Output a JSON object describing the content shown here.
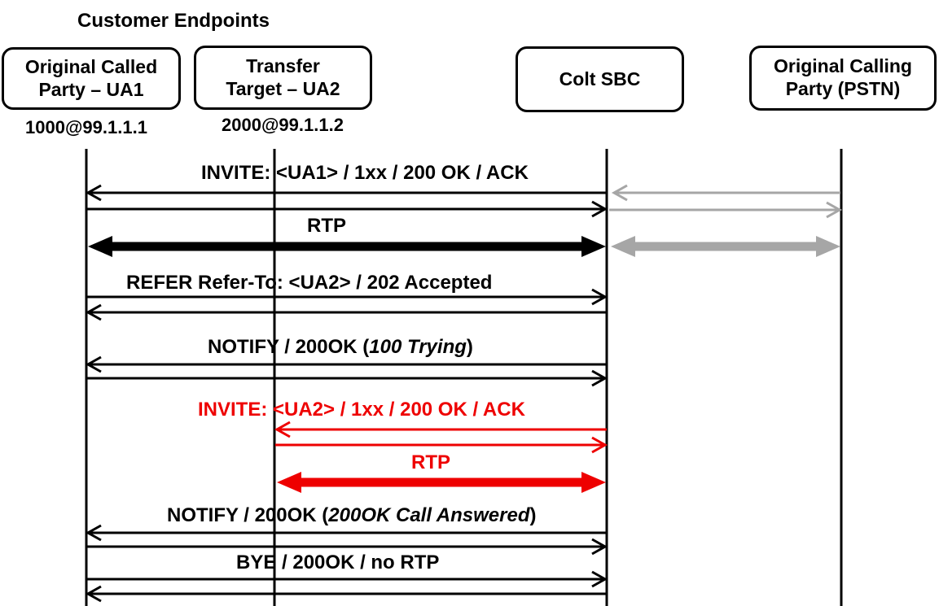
{
  "title": "Customer Endpoints",
  "colors": {
    "signal_black": "#000000",
    "signal_red": "#EE0000",
    "pstn_gray": "#A6A6A6"
  },
  "actors": [
    {
      "id": "ua1",
      "label_line1": "Original Called",
      "label_line2": "Party – UA1",
      "address": "1000@99.1.1.1"
    },
    {
      "id": "ua2",
      "label_line1": "Transfer",
      "label_line2": "Target – UA2",
      "address": "2000@99.1.1.2"
    },
    {
      "id": "sbc",
      "label_line1": "Colt SBC"
    },
    {
      "id": "pstn",
      "label_line1": "Original Calling",
      "label_line2": "Party (PSTN)"
    }
  ],
  "messages": [
    {
      "id": "invite-leg1",
      "label": "INVITE: <UA1> / 1xx / 200 OK / ACK",
      "between": [
        "Colt SBC",
        "Original Called Party – UA1"
      ],
      "arrows": [
        "to-ua1",
        "to-sbc"
      ],
      "style": "thin",
      "color": "black"
    },
    {
      "id": "pstn-invite-leg",
      "label": "",
      "between": [
        "Colt SBC",
        "Original Calling Party (PSTN)"
      ],
      "arrows": [
        "to-sbc",
        "to-pstn"
      ],
      "style": "thin",
      "color": "gray"
    },
    {
      "id": "rtp-leg1",
      "label": "RTP",
      "between": [
        "Original Called Party – UA1",
        "Colt SBC"
      ],
      "arrows": [
        "bidirectional"
      ],
      "style": "thick",
      "color": "black"
    },
    {
      "id": "pstn-rtp-leg",
      "label": "",
      "between": [
        "Colt SBC",
        "Original Calling Party (PSTN)"
      ],
      "arrows": [
        "bidirectional"
      ],
      "style": "thick",
      "color": "gray"
    },
    {
      "id": "refer",
      "label": "REFER Refer-To: <UA2> / 202 Accepted",
      "between": [
        "Original Called Party – UA1",
        "Colt SBC"
      ],
      "arrows": [
        "to-sbc",
        "to-ua1"
      ],
      "style": "thin",
      "color": "black"
    },
    {
      "id": "notify-trying",
      "label_pre": "NOTIFY / 200OK (",
      "label_italic": "100 Trying",
      "label_post": ")",
      "between": [
        "Colt SBC",
        "Original Called Party – UA1"
      ],
      "arrows": [
        "to-ua1",
        "to-sbc"
      ],
      "style": "thin",
      "color": "black"
    },
    {
      "id": "invite-leg2",
      "label": "INVITE: <UA2> / 1xx / 200 OK / ACK",
      "between": [
        "Colt SBC",
        "Transfer Target – UA2"
      ],
      "arrows": [
        "to-ua2",
        "to-sbc"
      ],
      "style": "thin",
      "color": "red"
    },
    {
      "id": "rtp-leg2",
      "label": "RTP",
      "between": [
        "Transfer Target – UA2",
        "Colt SBC"
      ],
      "arrows": [
        "bidirectional"
      ],
      "style": "thick",
      "color": "red"
    },
    {
      "id": "notify-answered",
      "label_pre": "NOTIFY / 200OK (",
      "label_italic": "200OK Call Answered",
      "label_post": ")",
      "between": [
        "Colt SBC",
        "Original Called Party – UA1"
      ],
      "arrows": [
        "to-ua1",
        "to-sbc"
      ],
      "style": "thin",
      "color": "black"
    },
    {
      "id": "bye",
      "label": "BYE / 200OK / no RTP",
      "between": [
        "Original Called Party – UA1",
        "Colt SBC"
      ],
      "arrows": [
        "to-sbc",
        "to-ua1"
      ],
      "style": "thin",
      "color": "black"
    }
  ]
}
